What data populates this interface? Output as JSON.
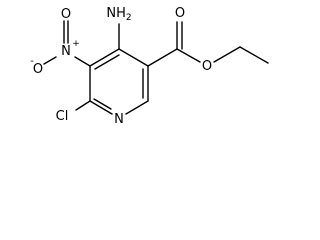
{
  "molecule": {
    "atoms": {
      "amino": "NH2",
      "nitro_n": "N",
      "nitro_n_charge": "+",
      "nitro_o_top": "O",
      "nitro_o_left": "O",
      "nitro_o_left_charge": "-",
      "ring_n": "N",
      "chloro": "Cl",
      "carbonyl_o": "O",
      "ester_o": "O"
    }
  }
}
